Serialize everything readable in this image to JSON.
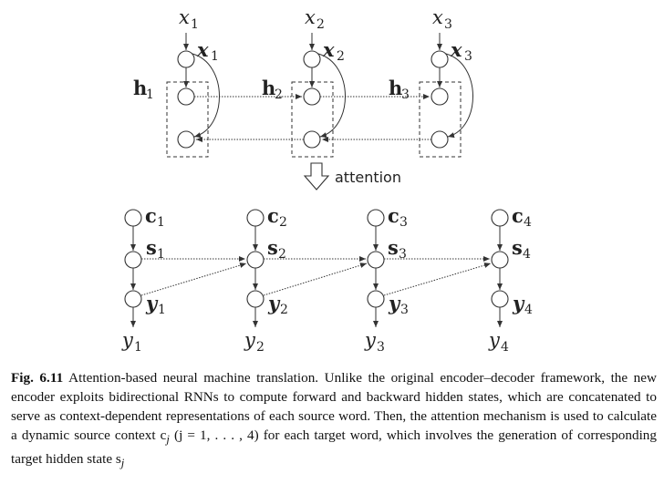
{
  "figure": {
    "attention_label": "attention",
    "encoder": {
      "inputs": [
        "x",
        "x",
        "x"
      ],
      "input_indices": [
        "1",
        "2",
        "3"
      ],
      "embeddings": [
        "x",
        "x",
        "x"
      ],
      "embedding_indices": [
        "1",
        "2",
        "3"
      ],
      "hidden_states": [
        "h",
        "h",
        "h"
      ],
      "hidden_indices": [
        "1",
        "2",
        "3"
      ]
    },
    "decoder": {
      "contexts": [
        "c",
        "c",
        "c",
        "c"
      ],
      "context_indices": [
        "1",
        "2",
        "3",
        "4"
      ],
      "states": [
        "s",
        "s",
        "s",
        "s"
      ],
      "state_indices": [
        "1",
        "2",
        "3",
        "4"
      ],
      "embeddings": [
        "y",
        "y",
        "y",
        "y"
      ],
      "embedding_indices": [
        "1",
        "2",
        "3",
        "4"
      ],
      "outputs": [
        "y",
        "y",
        "y",
        "y"
      ],
      "output_indices": [
        "1",
        "2",
        "3",
        "4"
      ]
    }
  },
  "caption": {
    "label": "Fig. 6.11",
    "text": "Attention-based neural machine translation. Unlike the original encoder–decoder framework, the new encoder exploits bidirectional RNNs to compute forward and backward hidden states, which are concatenated to serve as context-dependent representations of each source word. Then, the attention mechanism is used to calculate a dynamic source context c",
    "formula_index": "j",
    "formula_range": " (j = 1, . . . , 4) ",
    "text_end": "for each target word, which involves the generation of corresponding target hidden state s",
    "final_index": "j"
  }
}
